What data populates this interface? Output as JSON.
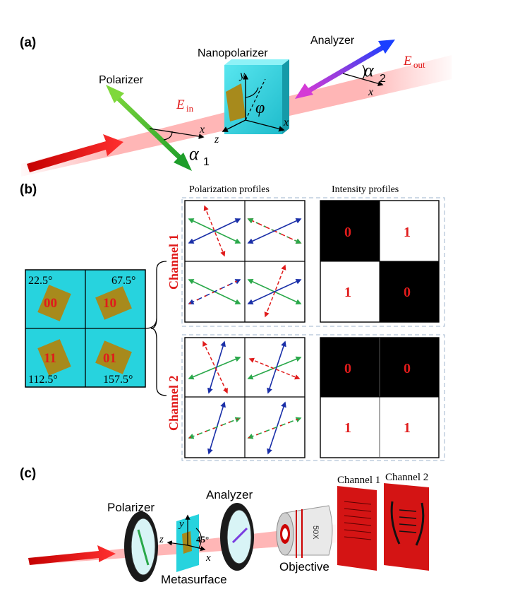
{
  "panel_a": {
    "label": "(a)",
    "polarizer": "Polarizer",
    "nanopolarizer": "Nanopolarizer",
    "analyzer": "Analyzer",
    "e_in": "E",
    "e_in_sub": "in",
    "e_out": "E",
    "e_out_sub": "out",
    "alpha1": "α",
    "alpha1_sub": "1",
    "alpha2": "α",
    "alpha2_sub": "2",
    "phi": "φ",
    "axis_x": "x",
    "axis_y": "y",
    "axis_z": "z"
  },
  "panel_b": {
    "label": "(b)",
    "polarization_profiles": "Polarization profiles",
    "intensity_profiles": "Intensity profiles",
    "channel1": "Channel 1",
    "channel2": "Channel 2",
    "angles": [
      "22.5°",
      "67.5°",
      "112.5°",
      "157.5°"
    ],
    "codes": [
      "00",
      "10",
      "11",
      "01"
    ],
    "channel1_intensity": [
      "0",
      "1",
      "1",
      "0"
    ],
    "channel2_intensity": [
      "0",
      "0",
      "1",
      "1"
    ]
  },
  "panel_c": {
    "label": "(c)",
    "polarizer": "Polarizer",
    "analyzer": "Analyzer",
    "metasurface": "Metasurface",
    "objective": "Objective",
    "objective_mag": "50X",
    "angle": "45°",
    "channel1": "Channel 1",
    "channel2": "Channel 2",
    "axis_x": "x",
    "axis_y": "y",
    "axis_z": "z"
  },
  "colors": {
    "cyan": "#27d3de",
    "gold": "#a78a1c",
    "red_label": "#e01b1b",
    "beam": "#f26a6a",
    "green": "#2aa84a",
    "blue": "#1a2fa8"
  }
}
